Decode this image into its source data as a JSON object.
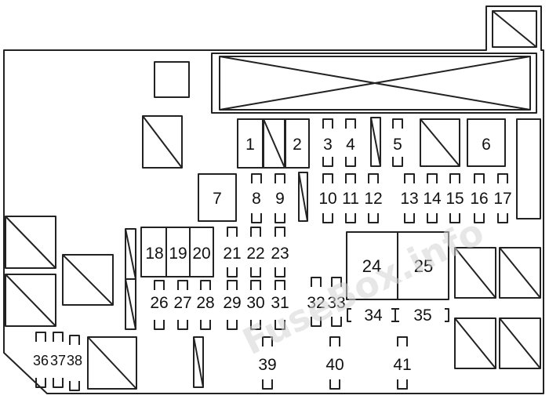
{
  "watermark": "FuseBox.info",
  "fuse_labels": {
    "f1": "1",
    "f2": "2",
    "f3": "3",
    "f4": "4",
    "f5": "5",
    "f6": "6",
    "f7": "7",
    "f8": "8",
    "f9": "9",
    "f10": "10",
    "f11": "11",
    "f12": "12",
    "f13": "13",
    "f14": "14",
    "f15": "15",
    "f16": "16",
    "f17": "17",
    "f18": "18",
    "f19": "19",
    "f20": "20",
    "f21": "21",
    "f22": "22",
    "f23": "23",
    "f24": "24",
    "f25": "25",
    "f26": "26",
    "f27": "27",
    "f28": "28",
    "f29": "29",
    "f30": "30",
    "f31": "31",
    "f32": "32",
    "f33": "33",
    "f34": "34",
    "f35": "35",
    "f36": "36",
    "f37": "37",
    "f38": "38",
    "f39": "39",
    "f40": "40",
    "f41": "41"
  }
}
